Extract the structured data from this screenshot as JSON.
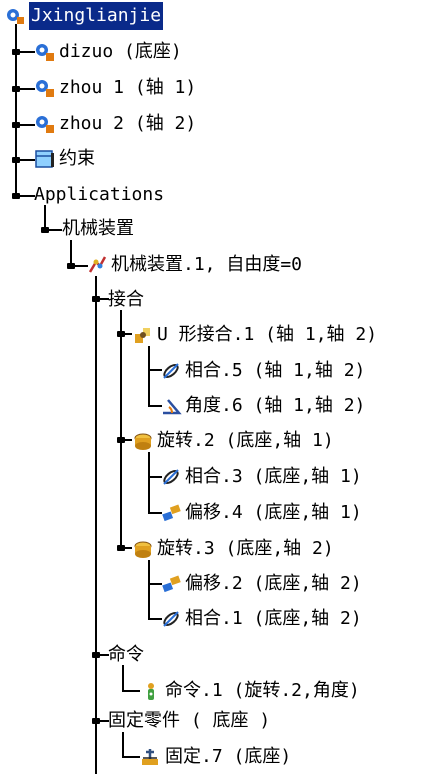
{
  "tree": {
    "root": {
      "label": "Jxinglianjie",
      "icon": "product-icon",
      "selected": true
    },
    "children": [
      {
        "label": "dizuo (底座)",
        "icon": "part-icon"
      },
      {
        "label": "zhou 1 (轴 1)",
        "icon": "part-icon"
      },
      {
        "label": "zhou 2 (轴 2)",
        "icon": "part-icon"
      },
      {
        "label": "约束",
        "icon": "constraints-icon"
      },
      {
        "label": "Applications",
        "icon": ""
      }
    ],
    "applications": {
      "label": "机械装置",
      "mechanism": {
        "label": "机械装置.1, 自由度=0",
        "icon": "mechanism-icon"
      },
      "joints_label": "接合",
      "joints": [
        {
          "label": "U 形接合.1 (轴 1,轴 2)",
          "icon": "u-joint-icon",
          "children": [
            {
              "label": "相合.5 (轴 1,轴 2)",
              "icon": "coincidence-icon"
            },
            {
              "label": "角度.6 (轴 1,轴 2)",
              "icon": "angle-icon"
            }
          ]
        },
        {
          "label": "旋转.2 (底座,轴 1)",
          "icon": "revolute-icon",
          "children": [
            {
              "label": "相合.3 (底座,轴 1)",
              "icon": "coincidence-icon"
            },
            {
              "label": "偏移.4 (底座,轴 1)",
              "icon": "offset-icon"
            }
          ]
        },
        {
          "label": "旋转.3 (底座,轴 2)",
          "icon": "revolute-icon",
          "children": [
            {
              "label": "偏移.2 (底座,轴 2)",
              "icon": "offset-icon"
            },
            {
              "label": "相合.1 (底座,轴 2)",
              "icon": "coincidence-icon"
            }
          ]
        }
      ],
      "commands_label": "命令",
      "command": {
        "label": "命令.1 (旋转.2,角度)",
        "icon": "command-icon"
      },
      "fixed_label": "固定零件 ( 底座 )",
      "fixed": {
        "label": "固定.7 (底座)",
        "icon": "fixed-icon"
      }
    }
  },
  "colors": {
    "selection": "#0a2a8a",
    "tree_line": "#000000",
    "part_blue": "#2a6fd6",
    "part_orange": "#e07a10"
  }
}
